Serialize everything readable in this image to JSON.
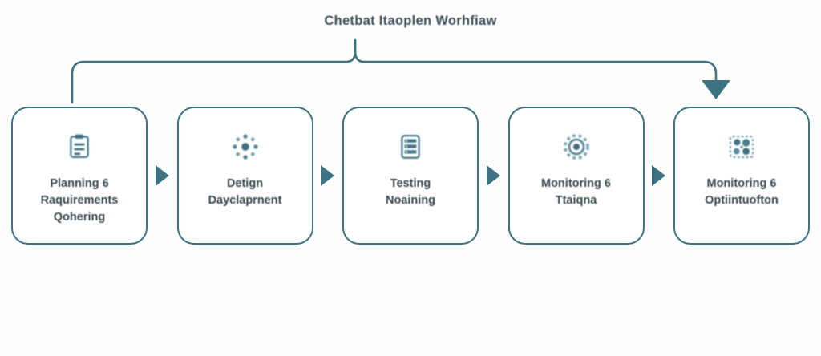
{
  "diagram": {
    "title": "Chetbat Itaoplen Worhfiaw",
    "type": "workflow-flowchart",
    "colors": {
      "accent": "#3d7383",
      "box_border": "#3d7383",
      "box_fill": "#ffffff",
      "label_text": "#37474f",
      "title_text": "#3b4e57",
      "background": "#fefefe"
    },
    "bracket": {
      "name": "overarching-bracket",
      "arrowhead": "down-arrow-right-end",
      "spans_stages": "1-5"
    },
    "connectors": {
      "glyph": "triangle-right",
      "count": 4,
      "color": "#3d7383"
    },
    "stages": [
      {
        "index": 1,
        "label": "Planning 6\nRaquirements\nQohering",
        "icon": "clipboard-checklist-icon"
      },
      {
        "index": 2,
        "label": "Detign\nDayclaprnent",
        "icon": "network-hub-icon"
      },
      {
        "index": 3,
        "label": "Testing\nNoaining",
        "icon": "server-stack-icon"
      },
      {
        "index": 4,
        "label": "Monitoring 6\nTtaiqna",
        "icon": "gear-cog-icon"
      },
      {
        "index": 5,
        "label": "Monitoring 6\nOptiintuofton",
        "icon": "chart-dashboard-icon"
      }
    ]
  }
}
